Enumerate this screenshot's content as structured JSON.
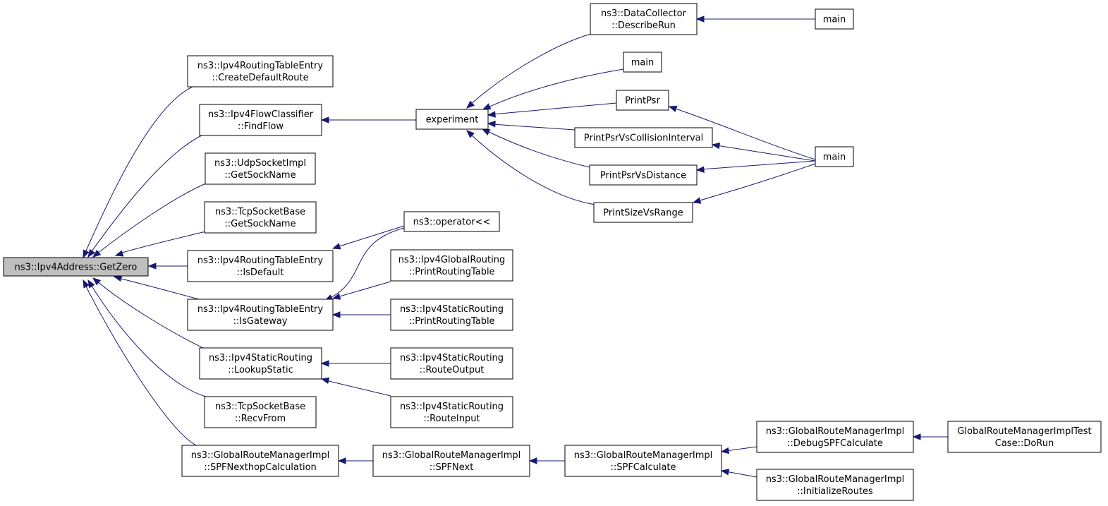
{
  "graph": {
    "root_fill": "#bfbfbf",
    "node_fill": "#ffffff",
    "edge_color": "#191970",
    "nodes": {
      "getzero": [
        "ns3::Ipv4Address::GetZero"
      ],
      "createdefaultroute": [
        "ns3::Ipv4RoutingTableEntry",
        "::CreateDefaultRoute"
      ],
      "findflow": [
        "ns3::Ipv4FlowClassifier",
        "::FindFlow"
      ],
      "udp_getsockname": [
        "ns3::UdpSocketImpl",
        "::GetSockName"
      ],
      "tcp_getsockname": [
        "ns3::TcpSocketBase",
        "::GetSockName"
      ],
      "isdefault": [
        "ns3::Ipv4RoutingTableEntry",
        "::IsDefault"
      ],
      "isgateway": [
        "ns3::Ipv4RoutingTableEntry",
        "::IsGateway"
      ],
      "lookupstatic": [
        "ns3::Ipv4StaticRouting",
        "::LookupStatic"
      ],
      "recvfrom": [
        "ns3::TcpSocketBase",
        "::RecvFrom"
      ],
      "spfnexthop": [
        "ns3::GlobalRouteManagerImpl",
        "::SPFNexthopCalculation"
      ],
      "experiment": [
        "experiment"
      ],
      "operator": [
        "ns3::operator<<"
      ],
      "global_printroutingtable": [
        "ns3::Ipv4GlobalRouting",
        "::PrintRoutingTable"
      ],
      "static_printroutingtable": [
        "ns3::Ipv4StaticRouting",
        "::PrintRoutingTable"
      ],
      "routeoutput": [
        "ns3::Ipv4StaticRouting",
        "::RouteOutput"
      ],
      "routeinput": [
        "ns3::Ipv4StaticRouting",
        "::RouteInput"
      ],
      "spfnext": [
        "ns3::GlobalRouteManagerImpl",
        "::SPFNext"
      ],
      "spfcalculate": [
        "ns3::GlobalRouteManagerImpl",
        "::SPFCalculate"
      ],
      "describerun": [
        "ns3::DataCollector",
        "::DescribeRun"
      ],
      "main_a": [
        "main"
      ],
      "printpsr": [
        "PrintPsr"
      ],
      "printpsrvscollision": [
        "PrintPsrVsCollisionInterval"
      ],
      "printpsrvsdistance": [
        "PrintPsrVsDistance"
      ],
      "printsizevsrange": [
        "PrintSizeVsRange"
      ],
      "debugspf": [
        "ns3::GlobalRouteManagerImpl",
        "::DebugSPFCalculate"
      ],
      "initializeroutes": [
        "ns3::GlobalRouteManagerImpl",
        "::InitializeRoutes"
      ],
      "main_b": [
        "main"
      ],
      "main_c": [
        "main"
      ],
      "testcase_dorun": [
        "GlobalRouteManagerImplTest",
        "Case::DoRun"
      ]
    }
  }
}
